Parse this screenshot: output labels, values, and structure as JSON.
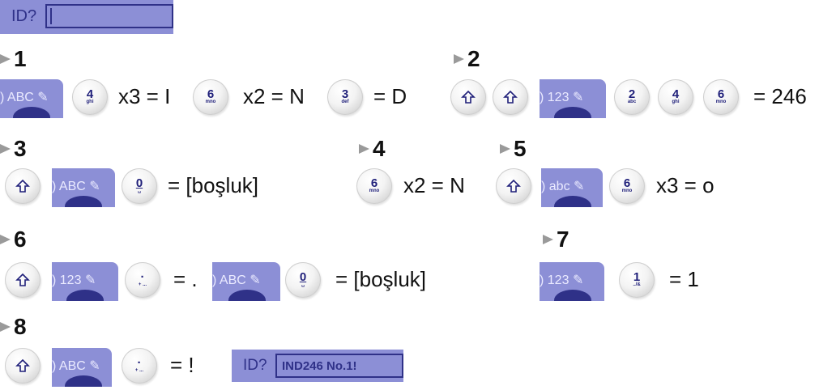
{
  "display_top": {
    "label": "ID?",
    "value": ""
  },
  "display_final": {
    "label": "ID?",
    "value": "IND246 No.1!"
  },
  "steps": [
    "1",
    "2",
    "3",
    "4",
    "5",
    "6",
    "7",
    "8"
  ],
  "modes": {
    "upper": "ABC",
    "num": "123",
    "lower": "abc"
  },
  "mode_prefix": ")",
  "keys": {
    "k4": {
      "digit": "4",
      "sub": "ghi"
    },
    "k6": {
      "digit": "6",
      "sub": "mno"
    },
    "k3": {
      "digit": "3",
      "sub": "def"
    },
    "k2": {
      "digit": "2",
      "sub": "abc"
    },
    "k0": {
      "digit": "0",
      "sub": "␣"
    },
    "kdot": {
      "digit": "·",
      "sub": "+ ..."
    },
    "k1": {
      "digit": "1",
      "sub": "../&"
    }
  },
  "results": {
    "r1a": "x3 = I",
    "r1b": "x2 = N",
    "r1c": "= D",
    "r2": "= 246",
    "r3": "= [boşluk]",
    "r4": "x2 = N",
    "r5": "x3 = o",
    "r6a": "= .",
    "r6b": "= [boşluk]",
    "r7": "= 1",
    "r8": "= !"
  },
  "colors": {
    "lcd": "#8c8fd6",
    "lcd_text": "#2f3188"
  },
  "icons": {
    "shift": "shift-arrow-icon"
  }
}
